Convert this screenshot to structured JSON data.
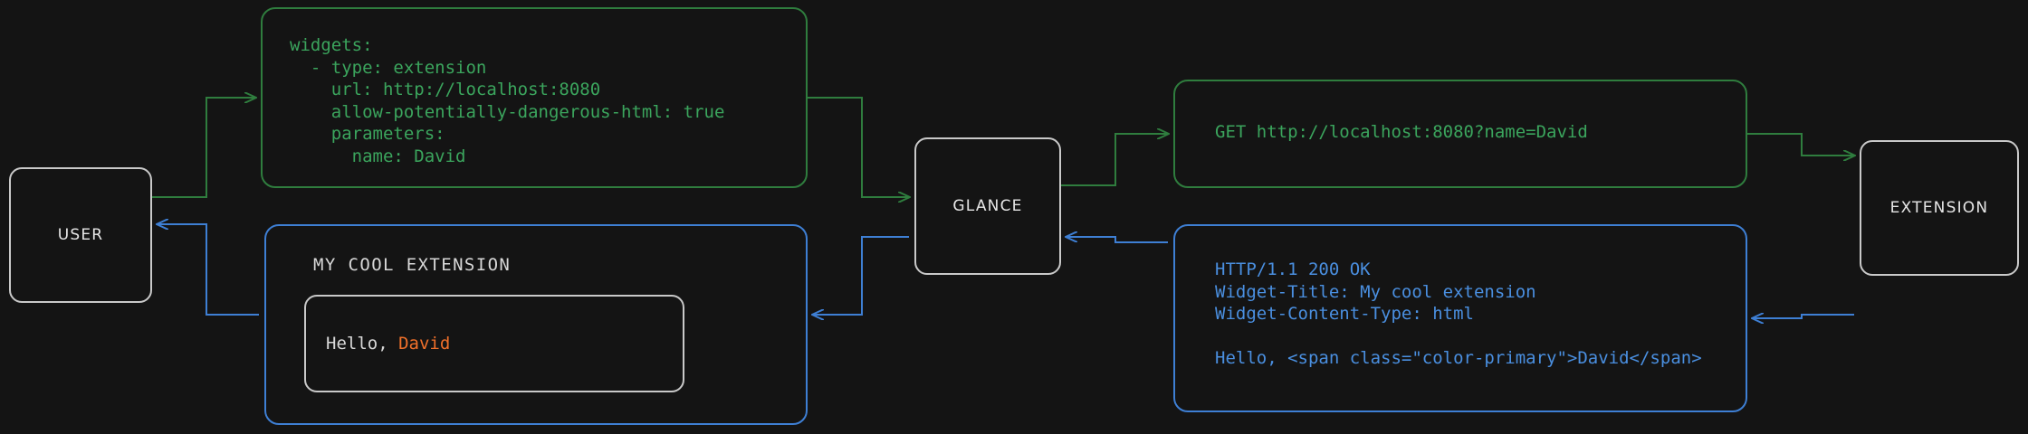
{
  "diagram": {
    "title": "Glance extension request/response flow",
    "colors": {
      "background": "#141414",
      "node_border": "#c9c9c9",
      "request_green": "#3ba55d",
      "request_green_border": "#2f7d3e",
      "response_blue": "#4a8fe0",
      "response_blue_border": "#3e7fd4",
      "accent_orange": "#f0702a",
      "text_light": "#d8d8d8"
    }
  },
  "nodes": {
    "user": "USER",
    "glance": "GLANCE",
    "extension": "EXTENSION"
  },
  "panels": {
    "yaml_config": {
      "lines": [
        "widgets:",
        "  - type: extension",
        "    url: http://localhost:8080",
        "    allow-potentially-dangerous-html: true",
        "    parameters:",
        "      name: David"
      ],
      "text": "widgets:\n  - type: extension\n    url: http://localhost:8080\n    allow-potentially-dangerous-html: true\n    parameters:\n      name: David"
    },
    "http_request": {
      "lines": [
        "GET http://localhost:8080?name=David"
      ],
      "text": "GET http://localhost:8080?name=David"
    },
    "http_response": {
      "lines": [
        "HTTP/1.1 200 OK",
        "Widget-Title: My cool extension",
        "Widget-Content-Type: html",
        "",
        "Hello, <span class=\"color-primary\">David</span>"
      ],
      "text": "HTTP/1.1 200 OK\nWidget-Title: My cool extension\nWidget-Content-Type: html\n\nHello, <span class=\"color-primary\">David</span>"
    },
    "rendered_widget": {
      "title": "MY COOL EXTENSION",
      "greeting_prefix": "Hello, ",
      "greeting_name": "David"
    }
  }
}
